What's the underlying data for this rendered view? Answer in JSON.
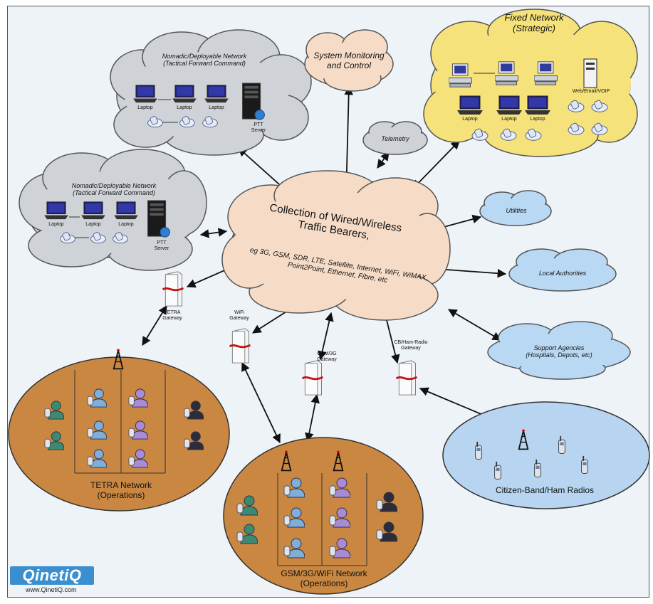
{
  "central": {
    "title_line1": "Collection of Wired/Wireless",
    "title_line2": "Traffic Bearers,",
    "sub_line1": "eg 3G, GSM, SDR, LTE, Satellite, Internet, WiFi, WiMAX,",
    "sub_line2": "Point2Point, Ethernet, Fibre, etc"
  },
  "nomadic_top": {
    "title_line1": "Nomadic/Deployable Network",
    "title_line2": "(Tactical Forward Command)",
    "laptop": "Laptop",
    "server_line1": "PTT",
    "server_line2": "Server"
  },
  "nomadic_left": {
    "title_line1": "Nomadic/Deployable Network",
    "title_line2": "(Tactical Forward Command)",
    "laptop": "Laptop",
    "server_line1": "PTT",
    "server_line2": "Server"
  },
  "system_monitoring": {
    "line1": "System Monitoring",
    "line2": "and Control"
  },
  "telemetry": "Telemetry",
  "fixed": {
    "line1": "Fixed Network",
    "line2": "(Strategic)",
    "laptop": "Laptop",
    "web": "Web/Email/VOIP"
  },
  "utilities": "Utilities",
  "local_authorities": "Local Authorities",
  "support": {
    "line1": "Support Agencies",
    "line2": "(Hospitals, Depots, etc)"
  },
  "gateways": {
    "tetra": {
      "line1": "TETRA",
      "line2": "Gateway"
    },
    "wifi": {
      "line1": "WiFi",
      "line2": "Gateway"
    },
    "gsm": {
      "line1": "GSM/3G",
      "line2": "Gateway"
    },
    "cb": {
      "line1": "CB/Ham-Radio",
      "line2": "Gateway"
    }
  },
  "tetra_net": {
    "line1": "TETRA Network",
    "line2": "(Operations)"
  },
  "gsm_net": {
    "line1": "GSM/3G/WiFi Network",
    "line2": "(Operations)"
  },
  "citizen": "Citizen-Band/Ham Radios",
  "logo": {
    "name": "QinetiQ",
    "url": "www.QinetiQ.com"
  },
  "colors": {
    "grey_cloud": "#cfd3d8",
    "peach_cloud": "#f6dcc7",
    "yellow_cloud": "#f5e27a",
    "blue_cloud": "#b9d8f3",
    "orange_ellipse": "#c98742",
    "light_blue_ellipse": "#b7d5f0"
  },
  "icons": [
    "laptop-icon",
    "phone-icon",
    "server-icon",
    "desktop-icon",
    "person-icon",
    "tower-icon",
    "gateway-icon",
    "radio-icon"
  ]
}
